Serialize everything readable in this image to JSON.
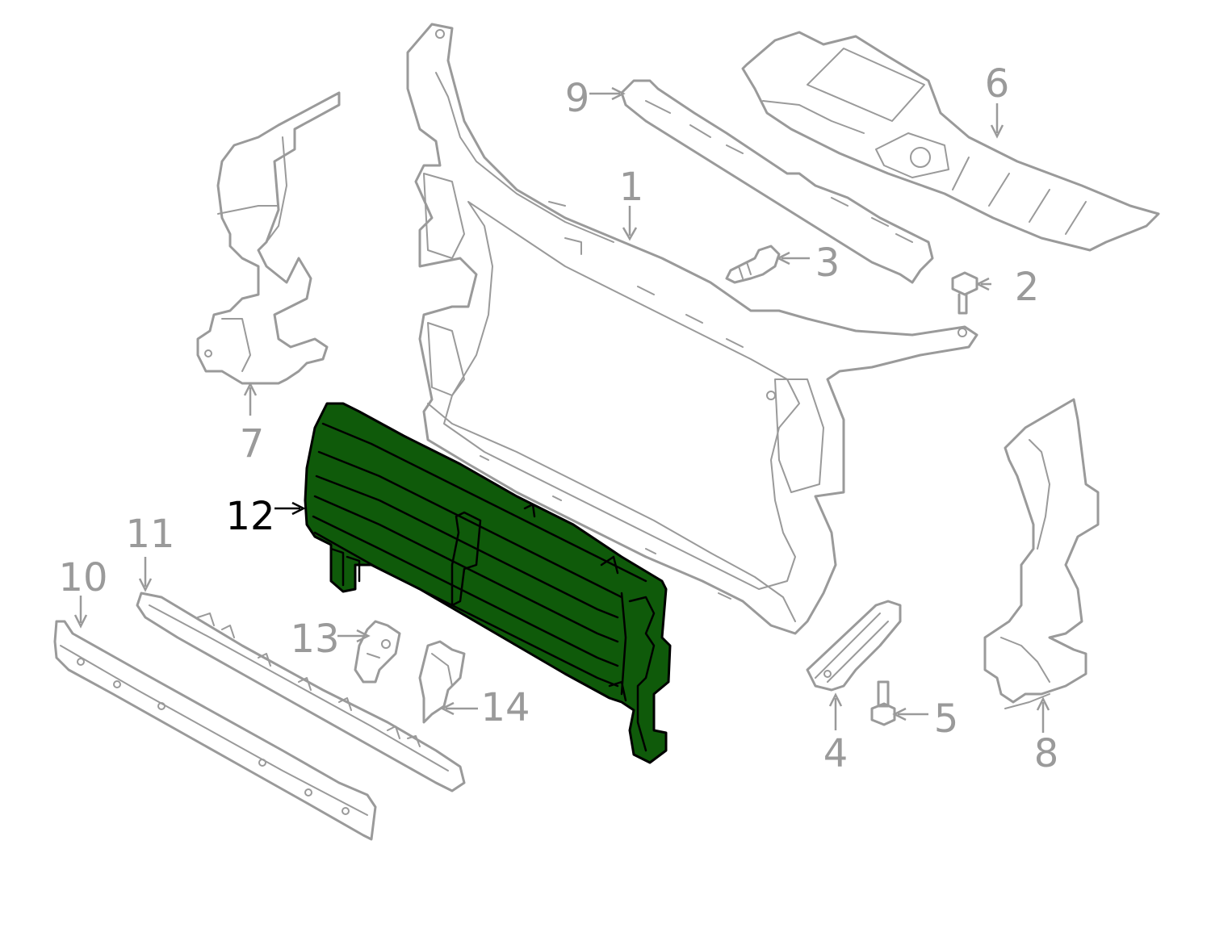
{
  "diagram": {
    "highlight_color": "#0f5a0a",
    "part_color": "#9a9a9a",
    "active_label_color": "#000000",
    "callouts": [
      {
        "id": "1",
        "label": "1",
        "active": false
      },
      {
        "id": "2",
        "label": "2",
        "active": false
      },
      {
        "id": "3",
        "label": "3",
        "active": false
      },
      {
        "id": "4",
        "label": "4",
        "active": false
      },
      {
        "id": "5",
        "label": "5",
        "active": false
      },
      {
        "id": "6",
        "label": "6",
        "active": false
      },
      {
        "id": "7",
        "label": "7",
        "active": false
      },
      {
        "id": "8",
        "label": "8",
        "active": false
      },
      {
        "id": "9",
        "label": "9",
        "active": false
      },
      {
        "id": "10",
        "label": "10",
        "active": false
      },
      {
        "id": "11",
        "label": "11",
        "active": false
      },
      {
        "id": "12",
        "label": "12",
        "active": true
      },
      {
        "id": "13",
        "label": "13",
        "active": false
      },
      {
        "id": "14",
        "label": "14",
        "active": false
      }
    ]
  }
}
